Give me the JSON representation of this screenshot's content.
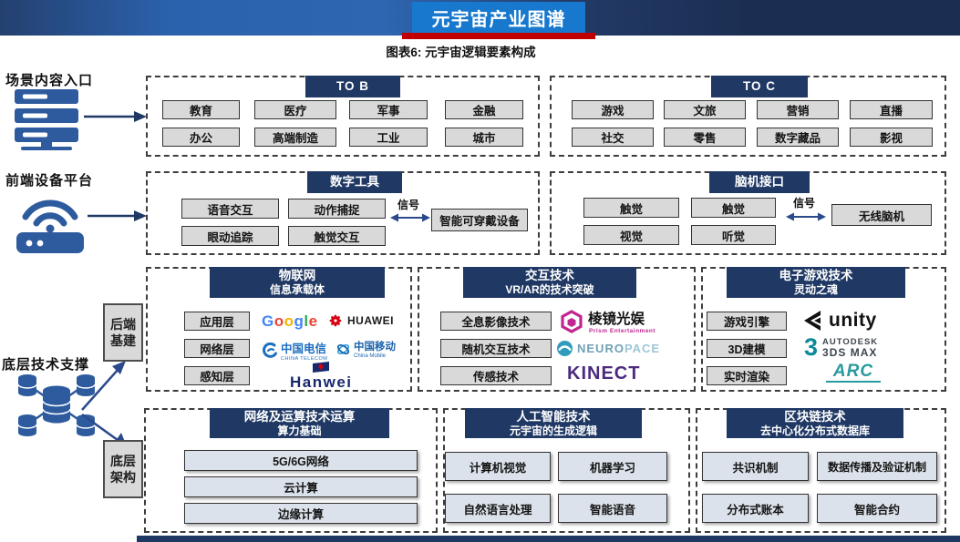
{
  "page": {
    "title": "元宇宙产业图谱",
    "subtitle": "图表6: 元宇宙逻辑要素构成"
  },
  "colors": {
    "navy": "#1F3864",
    "title_blue": "#1878CD",
    "accent_red": "#C00000",
    "box_gray": "#D9D9D9",
    "icon_blue": "#2D5B9E"
  },
  "left": {
    "scene_label": "场景内容入口",
    "device_label": "前端设备平台",
    "tech_label": "底层技术支撑",
    "backend_box": {
      "line1": "后端",
      "line2": "基建"
    },
    "bottom_box": {
      "line1": "底层",
      "line2": "架构"
    }
  },
  "panels": {
    "to_b": {
      "title": "TO B",
      "items": [
        "教育",
        "医疗",
        "军事",
        "金融",
        "办公",
        "高端制造",
        "工业",
        "城市"
      ]
    },
    "to_c": {
      "title": "TO C",
      "items": [
        "游戏",
        "文旅",
        "营销",
        "直播",
        "社交",
        "零售",
        "数字藏品",
        "影视"
      ]
    },
    "digital_tools": {
      "title": "数字工具",
      "items": [
        "语音交互",
        "动作捕捉",
        "眼动追踪",
        "触觉交互"
      ],
      "signal": "信号",
      "device": "智能可穿戴设备"
    },
    "bci": {
      "title": "脑机接口",
      "items": [
        "触觉",
        "触觉",
        "视觉",
        "听觉"
      ],
      "signal": "信号",
      "device": "无线脑机"
    },
    "iot": {
      "title": "物联网",
      "subtitle": "信息承载体",
      "items": [
        "应用层",
        "网络层",
        "感知层"
      ]
    },
    "interaction": {
      "title": "交互技术",
      "subtitle": "VR/AR的技术突破",
      "items": [
        "全息影像技术",
        "随机交互技术",
        "传感技术"
      ]
    },
    "game": {
      "title": "电子游戏技术",
      "subtitle": "灵动之魂",
      "items": [
        "游戏引擎",
        "3D建模",
        "实时渲染"
      ]
    },
    "network": {
      "title": "网络及运算技术运算",
      "subtitle": "算力基础",
      "items": [
        "5G/6G网络",
        "云计算",
        "边缘计算"
      ]
    },
    "ai": {
      "title": "人工智能技术",
      "subtitle": "元宇宙的生成逻辑",
      "items": [
        "计算机视觉",
        "机器学习",
        "自然语言处理",
        "智能语音"
      ]
    },
    "blockchain": {
      "title": "区块链技术",
      "subtitle": "去中心化分布式数据库",
      "items": [
        "共识机制",
        "数据传播及验证机制",
        "分布式账本",
        "智能合约"
      ]
    }
  },
  "logos": {
    "google": {
      "letters": [
        "G",
        "o",
        "o",
        "g",
        "l",
        "e"
      ]
    },
    "huawei": "HUAWEI",
    "china_telecom": {
      "cn": "中国电信",
      "en": "CHINA TELECOM"
    },
    "china_mobile": {
      "cn": "中国移动",
      "en": "China Mobile"
    },
    "hanwei": "Hanwei",
    "prism": {
      "cn": "棱镜光娱",
      "en": "Prism Entertainment"
    },
    "neuropace": {
      "n1": "NEURO",
      "n2": "PACE"
    },
    "kinect": "KINECT",
    "unity": "unity",
    "autodesk": {
      "three": "3",
      "brand": "AUTODESK",
      "product": "3DS MAX"
    },
    "arc": "ARC"
  }
}
